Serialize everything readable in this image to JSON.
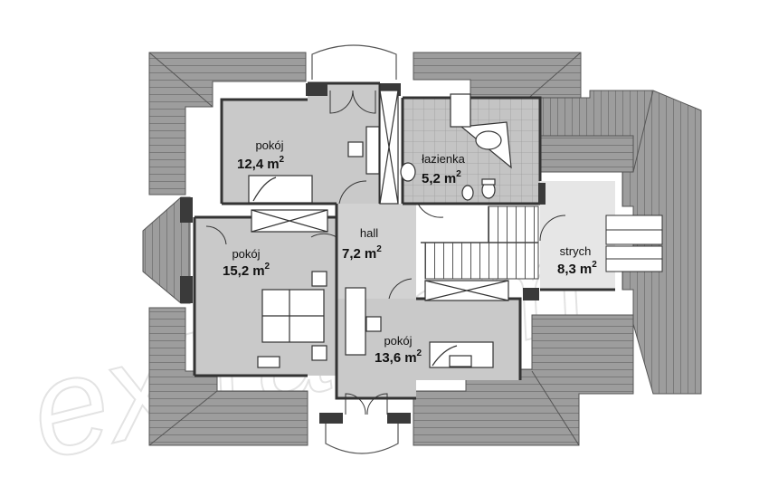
{
  "plan": {
    "watermark": "extradom",
    "area_unit": "m",
    "area_unit_sup": "2",
    "colors": {
      "roof": "#9a9a9a",
      "roof_line": "#6f6f6f",
      "wall": "#3a3a3a",
      "room": "#c8c8c8",
      "attic": "#e4e4e4",
      "bath_tile": "#bdbdbd"
    },
    "rooms": [
      {
        "name": "pokój",
        "area": "12,4"
      },
      {
        "name": "łazienka",
        "area": "5,2"
      },
      {
        "name": "hall",
        "area": "7,2"
      },
      {
        "name": "pokój",
        "area": "15,2"
      },
      {
        "name": "strych",
        "area": "8,3"
      },
      {
        "name": "pokój",
        "area": "13,6"
      }
    ]
  }
}
